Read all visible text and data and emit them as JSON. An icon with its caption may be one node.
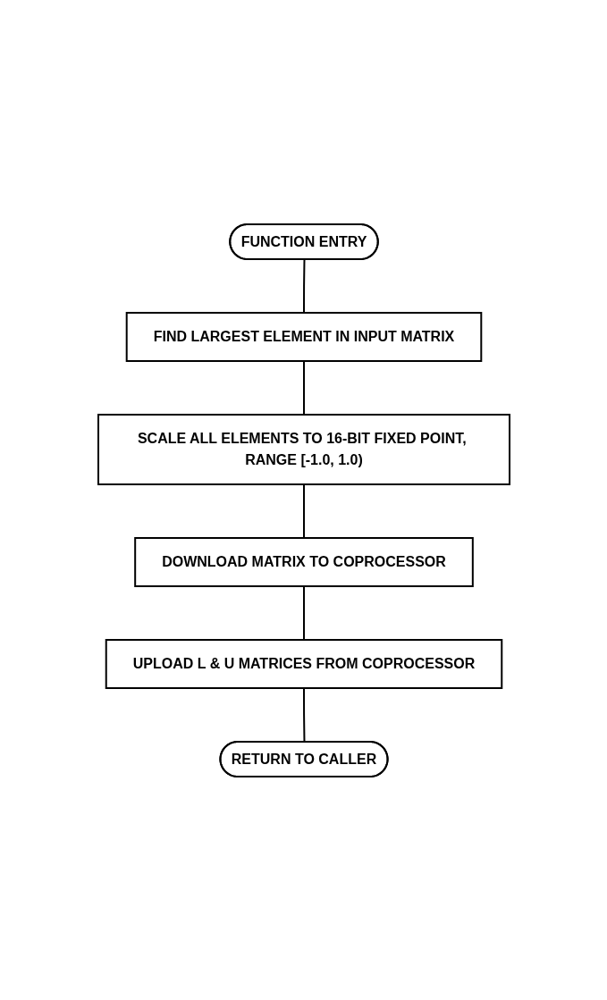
{
  "diagram": {
    "nodes": [
      {
        "text": [
          "FUNCTION ENTRY"
        ]
      },
      {
        "text": [
          "FIND LARGEST ELEMENT IN INPUT MATRIX"
        ]
      },
      {
        "text": [
          "SCALE ALL ELEMENTS TO 16-BIT FIXED POINT, RANGE [-1.0, 1.0)"
        ]
      },
      {
        "text": [
          "DOWNLOAD MATRIX TO COPROCESSOR"
        ]
      },
      {
        "text": [
          "UPLOAD L & U MATRICES FROM COPROCESSOR"
        ]
      },
      {
        "text": [
          "RETURN TO CALLER"
        ]
      }
    ],
    "edges": [
      {
        "from": 0,
        "to": 1,
        "arrow": "none"
      },
      {
        "from": 1,
        "to": 2,
        "arrow": "none"
      },
      {
        "from": 2,
        "to": 3,
        "arrow": "none"
      },
      {
        "from": 3,
        "to": 4,
        "arrow": "none"
      },
      {
        "from": 4,
        "to": 5,
        "arrow": "none"
      }
    ]
  }
}
